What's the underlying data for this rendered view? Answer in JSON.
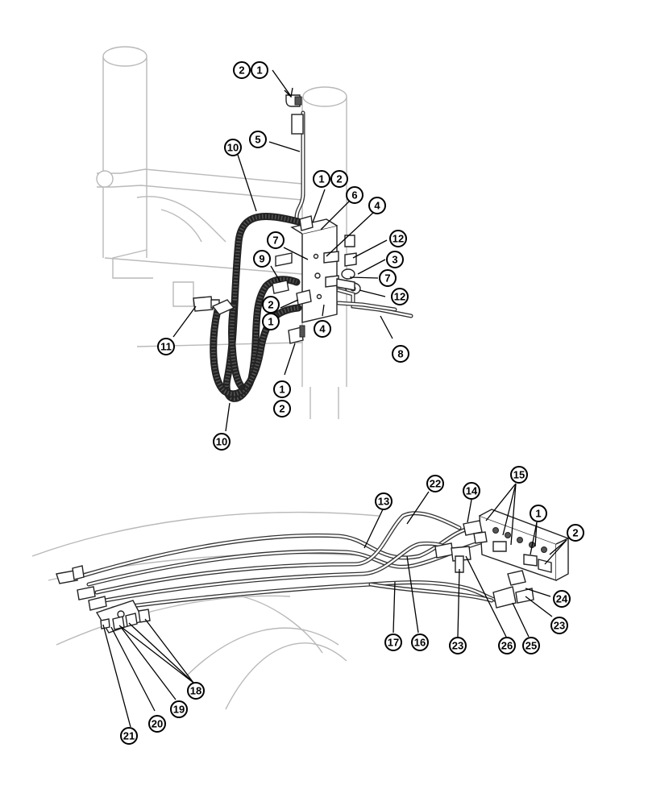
{
  "diagram": {
    "callouts": [
      {
        "id": "c2-top",
        "label": "2"
      },
      {
        "id": "c1-top",
        "label": "1"
      },
      {
        "id": "c10-upper",
        "label": "10"
      },
      {
        "id": "c5",
        "label": "5"
      },
      {
        "id": "c1-mid",
        "label": "1"
      },
      {
        "id": "c2-mid",
        "label": "2"
      },
      {
        "id": "c6",
        "label": "6"
      },
      {
        "id": "c4-upper",
        "label": "4"
      },
      {
        "id": "c7-left",
        "label": "7"
      },
      {
        "id": "c12-upper",
        "label": "12"
      },
      {
        "id": "c9",
        "label": "9"
      },
      {
        "id": "c3",
        "label": "3"
      },
      {
        "id": "c7-right",
        "label": "7"
      },
      {
        "id": "c12-lower",
        "label": "12"
      },
      {
        "id": "c2-left",
        "label": "2"
      },
      {
        "id": "c1-left",
        "label": "1"
      },
      {
        "id": "c4-lower",
        "label": "4"
      },
      {
        "id": "c11",
        "label": "11"
      },
      {
        "id": "c8",
        "label": "8"
      },
      {
        "id": "c1-bottom",
        "label": "1"
      },
      {
        "id": "c2-bottom",
        "label": "2"
      },
      {
        "id": "c10-lower",
        "label": "10"
      },
      {
        "id": "c22",
        "label": "22"
      },
      {
        "id": "c15",
        "label": "15"
      },
      {
        "id": "c13",
        "label": "13"
      },
      {
        "id": "c14",
        "label": "14"
      },
      {
        "id": "c1-right",
        "label": "1"
      },
      {
        "id": "c2-right",
        "label": "2"
      },
      {
        "id": "c24",
        "label": "24"
      },
      {
        "id": "c23-right",
        "label": "23"
      },
      {
        "id": "c17",
        "label": "17"
      },
      {
        "id": "c16",
        "label": "16"
      },
      {
        "id": "c23-mid",
        "label": "23"
      },
      {
        "id": "c26",
        "label": "26"
      },
      {
        "id": "c25",
        "label": "25"
      },
      {
        "id": "c18",
        "label": "18"
      },
      {
        "id": "c19",
        "label": "19"
      },
      {
        "id": "c20",
        "label": "20"
      },
      {
        "id": "c21",
        "label": "21"
      }
    ]
  }
}
